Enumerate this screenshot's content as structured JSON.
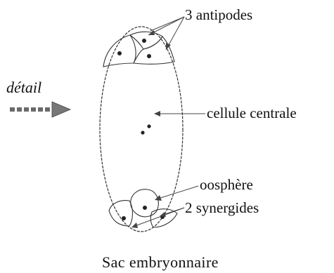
{
  "labels": {
    "antipodes": "3 antipodes",
    "detail": "détail",
    "cellule_centrale": "cellule centrale",
    "oosphere": "oosphère",
    "synergides": "2 synergides"
  },
  "caption": "Sac embryonnaire"
}
